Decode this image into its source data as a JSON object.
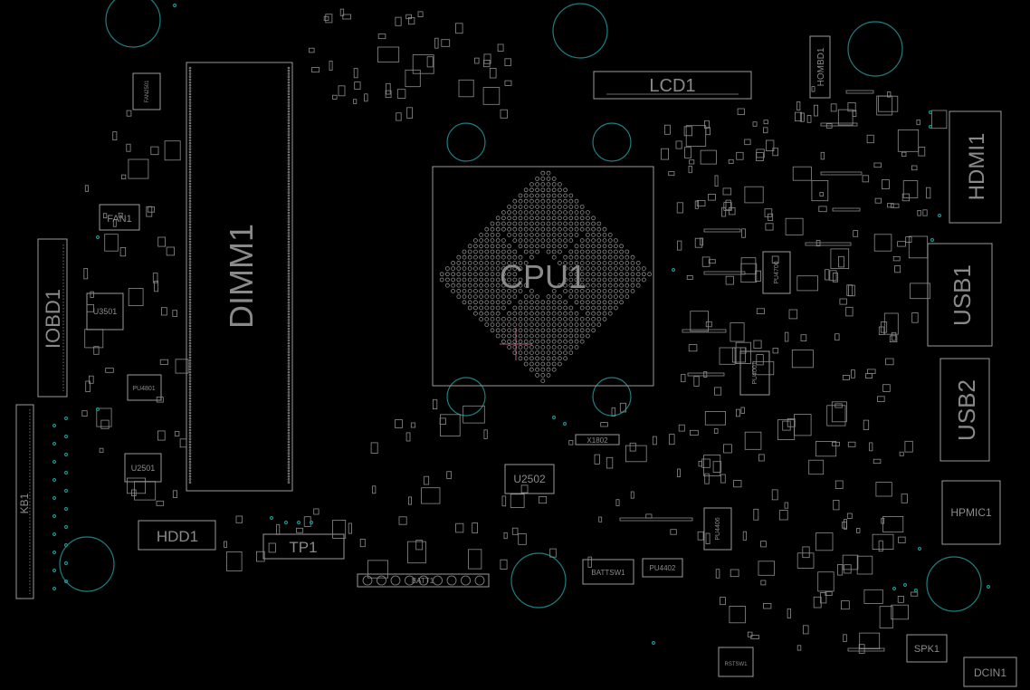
{
  "board": {
    "components": {
      "cpu": "CPU1",
      "dimm": "DIMM1",
      "lcd": "LCD1",
      "hdmi": "HDMI1",
      "usb1": "USB1",
      "usb2": "USB2",
      "hpmic": "HPMIC1",
      "dcin": "DCIN1",
      "spk": "SPK1",
      "iobd": "IOBD1",
      "kb": "KB1",
      "fan": "FAN1",
      "hdd": "HDD1",
      "tp": "TP1",
      "batt": "BATT1",
      "hombd": "HOMBD1",
      "u3501": "U3501",
      "u2501": "U2501",
      "u2502": "U2502",
      "pu4801": "PU4801",
      "x1802": "X1802",
      "battsw": "BATTSW1",
      "pu4402": "PU4402",
      "rstsw": "RSTSW1",
      "pu4406": "PU4406",
      "pu4001": "PU4001",
      "pu4700": "PU4700",
      "fan2": "FAN2501"
    },
    "colors": {
      "background": "#000000",
      "outline": "#9a9a9a",
      "via": "#1f8f8f"
    }
  }
}
